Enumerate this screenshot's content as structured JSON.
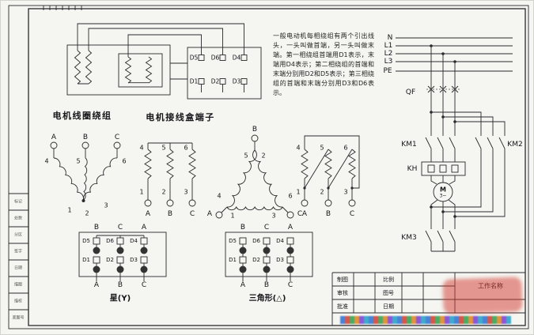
{
  "captions": {
    "coil_group": "电机线圈绕组",
    "terminal_box": "电机接线盒端子",
    "star_label": "星(Y)",
    "delta_label": "三角形(△)"
  },
  "description": "一般电动机每相绕组有两个引出线头，一头叫做首端，另一头叫做末端。第一相绕组首端用D1表示，末端用D4表示；第二相绕组的首端和末端分别用D2和D5表示；第三相绕组的首端和末端分别用D3和D6表示。",
  "terminal_box_top": [
    "D5",
    "D6",
    "D4"
  ],
  "terminal_box_bottom": [
    "D1",
    "D2",
    "D3"
  ],
  "phases": [
    "A",
    "B",
    "C"
  ],
  "phases_top": [
    "B",
    "C",
    "A"
  ],
  "winding_top": [
    "4",
    "5",
    "6"
  ],
  "winding_bottom": [
    "1",
    "2",
    "3"
  ],
  "delta_nodes": {
    "apex_left": "5",
    "apex_right": "2",
    "left_top": "4",
    "left_bottom": "1",
    "right_top": "6",
    "right_bottom": "3"
  },
  "power": {
    "n": "N",
    "l1": "L1",
    "l2": "L2",
    "l3": "L3",
    "pe": "PE"
  },
  "devices": {
    "qf": "QF",
    "km1": "KM1",
    "km2": "KM2",
    "km3": "KM3",
    "kh": "KH",
    "motor": "M",
    "motor_sub": "3~"
  },
  "title_block": {
    "rows_left": [
      "制图",
      "审核",
      "批准"
    ],
    "rows_mid": [
      "比例",
      "图号",
      "日期"
    ],
    "project": "工作名称"
  },
  "margin_labels": [
    "标记",
    "处数",
    "分区",
    "签字",
    "日期",
    "描图",
    "描校",
    "底图号"
  ]
}
